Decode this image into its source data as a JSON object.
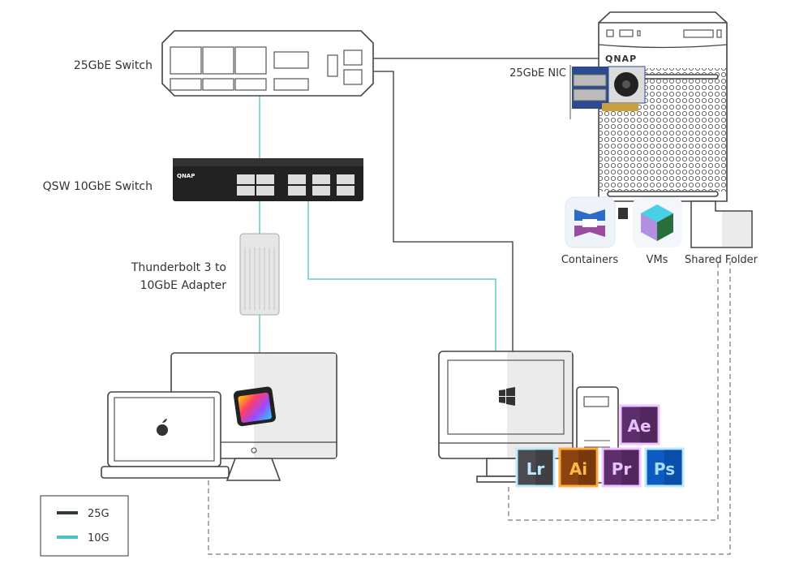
{
  "devices": {
    "switch_25g": "25GbE Switch",
    "switch_10g": "QSW 10GbE Switch",
    "adapter_line1": "Thunderbolt 3 to",
    "adapter_line2": "10GbE Adapter",
    "nic": "25GbE NIC",
    "nas_brand": "QNAP",
    "qsw_brand": "QNAP"
  },
  "nas_apps": [
    {
      "label": "Containers",
      "icon": "container-station-icon"
    },
    {
      "label": "VMs",
      "icon": "virtualization-station-icon"
    },
    {
      "label": "Shared Folder",
      "icon": "folder-icon"
    }
  ],
  "adobe_apps": [
    {
      "label": "Ae",
      "color": "#5e2d6e",
      "border": "#f0c4ff"
    },
    {
      "label": "Lr",
      "color": "#4a4a50",
      "border": "#bde9ff"
    },
    {
      "label": "Ai",
      "color": "#8c430f",
      "border": "#ffab3d"
    },
    {
      "label": "Pr",
      "color": "#5e2d6e",
      "border": "#f0c4ff"
    },
    {
      "label": "Ps",
      "color": "#0b5bc2",
      "border": "#bde9ff"
    }
  ],
  "legend": [
    {
      "label": "25G",
      "color": "#333b3b"
    },
    {
      "label": "10G",
      "color": "#4dc1c1"
    }
  ],
  "colors": {
    "line_25g": "#333333",
    "line_10g": "#4dbfbf",
    "dashed": "#777777"
  }
}
